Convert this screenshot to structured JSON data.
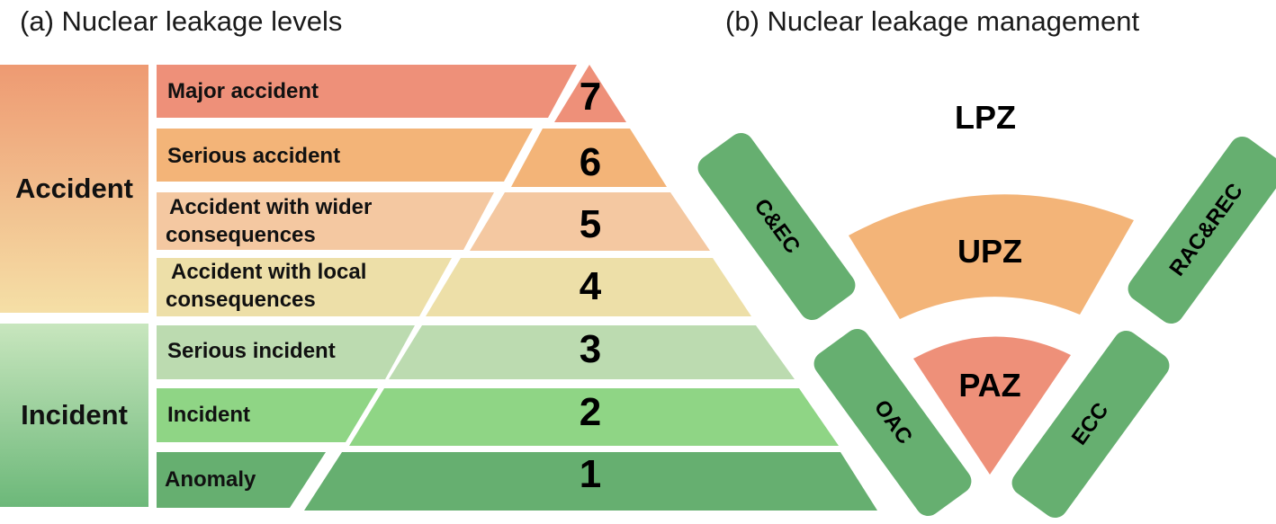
{
  "panel_a": {
    "title": "(a) Nuclear leakage levels",
    "groups": {
      "accident": "Accident",
      "incident": "Incident"
    },
    "levels": [
      {
        "number": "7",
        "label_line1": "Major accident",
        "label_line2": "",
        "color": "#EE9079"
      },
      {
        "number": "6",
        "label_line1": "Serious accident",
        "label_line2": "",
        "color": "#F3B478"
      },
      {
        "number": "5",
        "label_line1": "Accident with wider",
        "label_line2": "consequences",
        "color": "#F4C8A1"
      },
      {
        "number": "4",
        "label_line1": "Accident with local",
        "label_line2": "consequences",
        "color": "#EDDFA8"
      },
      {
        "number": "3",
        "label_line1": "Serious incident",
        "label_line2": "",
        "color": "#BCDBB0"
      },
      {
        "number": "2",
        "label_line1": "Incident",
        "label_line2": "",
        "color": "#8FD585"
      },
      {
        "number": "1",
        "label_line1": "Anomaly",
        "label_line2": "",
        "color": "#66AF70"
      }
    ]
  },
  "panel_b": {
    "title": "(b) Nuclear leakage management",
    "zones": {
      "outer": "LPZ",
      "middle": "UPZ",
      "inner": "PAZ"
    },
    "centers": {
      "top_left": "C&EC",
      "top_right": "RAC&REC",
      "bottom_left": "OAC",
      "bottom_right": "ECC"
    },
    "colors": {
      "center_bar": "#66AF70",
      "upz": "#F3B478",
      "paz": "#EE9079"
    }
  }
}
